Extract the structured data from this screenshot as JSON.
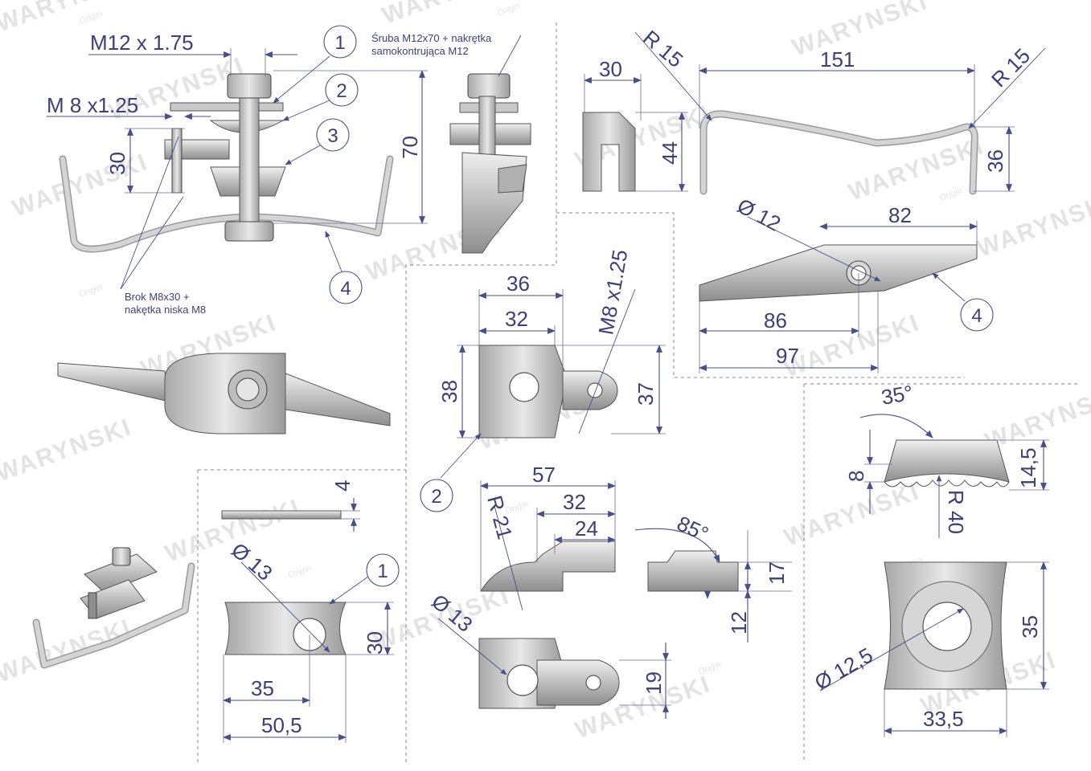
{
  "watermark": {
    "brand": "WARYNSKI",
    "sub": "Origin"
  },
  "notes": {
    "bolt_m12_line1": "Śruba M12x70 + nakrętka",
    "bolt_m12_line2": "samokontrująca M12",
    "bolt_m8_line1": "Brok M8x30 +",
    "bolt_m8_line2": "nakętka niska M8"
  },
  "callouts": {
    "c1_top": "1",
    "c2_top": "2",
    "c3_top": "3",
    "c4_top": "4",
    "c4_right": "4",
    "c2_mid": "2",
    "c1_bottom": "1"
  },
  "dimensions": {
    "m12_thread": "M12 x 1.75",
    "m8_thread": "M  8  x1.25",
    "h30": "30",
    "h70": "70",
    "w30_bracket": "30",
    "h44": "44",
    "r15_left": "R 15",
    "w151": "151",
    "r15_right": "R 15",
    "h36_bar": "36",
    "d12": "Ø  12",
    "w82": "82",
    "w86": "86",
    "w97": "97",
    "w36": "36",
    "w32": "32",
    "m8_thread_diag": "M8 x1.25",
    "h38": "38",
    "h37": "37",
    "t4": "4",
    "d13_plate": "Ø  13",
    "h30_plate": "30",
    "w35_plate": "35",
    "w50_5": "50,5",
    "w57": "57",
    "r21": "R  21",
    "w32_side": "32",
    "w24": "24",
    "a85": "85°",
    "h17": "17",
    "h12": "12",
    "d13_clamp": "Ø  13",
    "h19": "19",
    "a35": "35°",
    "h8": "8",
    "h14_5": "14,5",
    "r40": "R  40",
    "h35_washer": "35",
    "d12_5": "Ø  12,5",
    "w33_5": "33,5"
  }
}
